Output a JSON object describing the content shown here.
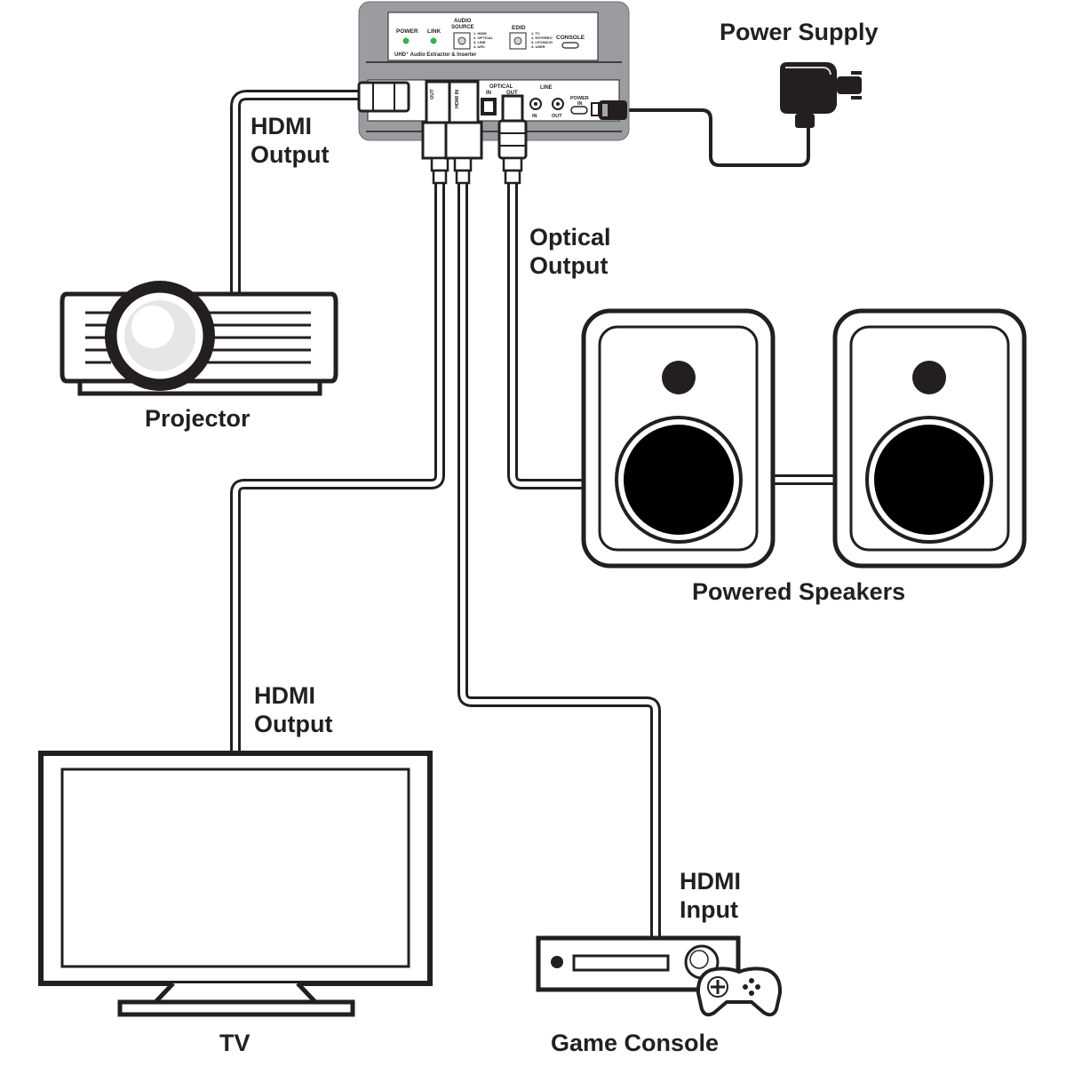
{
  "device": {
    "front_panel": {
      "power_label": "POWER",
      "link_label": "LINK",
      "audio_source_label": [
        "AUDIO",
        "SOURCE"
      ],
      "audio_source_options": [
        "1. HDMI",
        "2. OPTICAL",
        "3. LINE",
        "4. ARC"
      ],
      "edid_label": "EDID",
      "edid_options": [
        "1. TV",
        "2. ESTEREO",
        "3. LPCM2CH",
        "4. USER"
      ],
      "console_label": "CONSOLE",
      "product_name": "UHD⁺ Audio Extractor & Inserter",
      "led_color": "#3cb24a"
    },
    "rear_panel": {
      "hdmi_out_label": "OUT",
      "hdmi_in_label": "HDMI IN",
      "optical_label": "OPTICAL",
      "optical_in_label": "IN",
      "optical_out_label": "OUT",
      "line_label": "LINE",
      "line_in_label": "IN",
      "line_out_label": "OUT",
      "power_in_label": [
        "POWER",
        "IN"
      ]
    }
  },
  "labels": {
    "power_supply": "Power Supply",
    "hdmi_output_projector": [
      "HDMI",
      "Output"
    ],
    "projector": "Projector",
    "optical_output": [
      "Optical",
      "Output"
    ],
    "powered_speakers": "Powered Speakers",
    "hdmi_output_tv": [
      "HDMI",
      "Output"
    ],
    "tv": "TV",
    "hdmi_input": [
      "HDMI",
      "Input"
    ],
    "game_console": "Game Console"
  }
}
